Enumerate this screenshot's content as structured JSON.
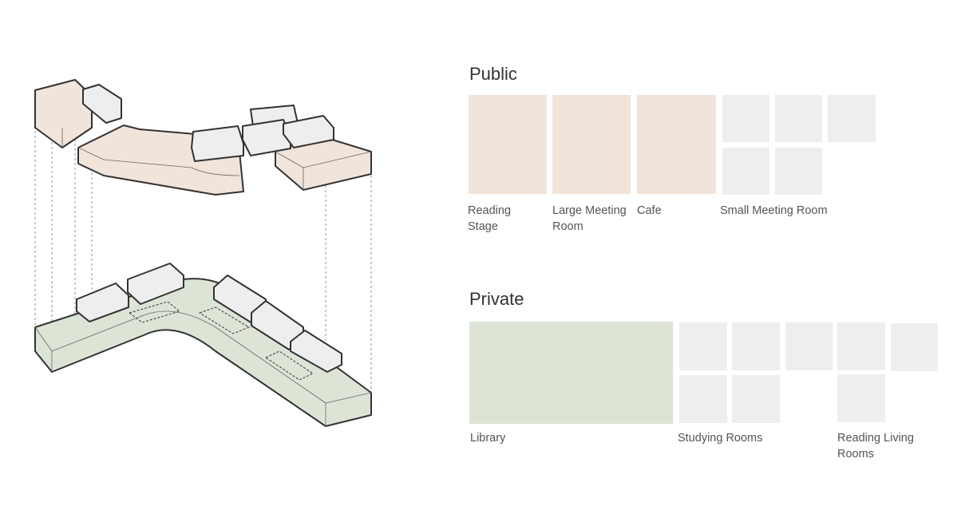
{
  "public": {
    "title": "Public",
    "labels": {
      "reading_stage_1": "Reading",
      "reading_stage_2": "Stage",
      "large_meeting_1": "Large Meeting",
      "large_meeting_2": "Room",
      "cafe": "Cafe",
      "small_meeting": "Small Meeting Room"
    }
  },
  "private": {
    "title": "Private",
    "labels": {
      "library": "Library",
      "studying": "Studying Rooms",
      "reading_living_1": "Reading Living",
      "reading_living_2": "Rooms"
    }
  },
  "colors": {
    "public": "#f1e4db",
    "private": "#dce4d6",
    "neutral": "#eeeeee",
    "outline": "#333333"
  }
}
